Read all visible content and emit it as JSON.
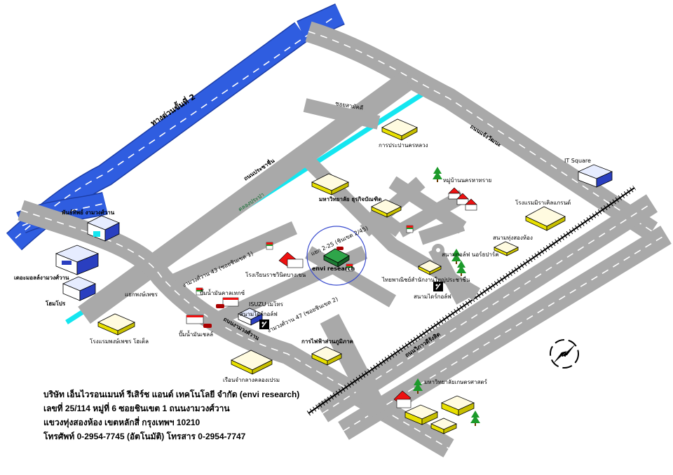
{
  "roads": {
    "expressway": "ทางด่วนขั้นที่ 2",
    "chaeng_watthana": "ถนนแจ้งวัฒนะ",
    "prachachuen": "ถนนประชาชื่น",
    "ngamwongwan": "ถนนงามวงศ์วาน",
    "vibhavadi": "ถนนวิภาวดีรังสิต",
    "soi_samakkhi": "ซอยสามัคคี",
    "ngamwongwan_43": "งามวงศ์วาน 43 (ซอยชินเขต 1)",
    "ngamwongwan_47": "งามวงศ์วาน 47 (ซอยชินเขต 2)",
    "soi_2_25": "แยก 2-25 (ชินเขต 2/45)",
    "prapa_canal": "คลองประปา"
  },
  "places": {
    "prapa_office": "การประปานครหลวง",
    "it_square": "IT Square",
    "village": "หมู่บ้านนครหาทราย",
    "dhurakij": "มหาวิทยาลัย\nธุรกิจบัณฑิต",
    "miracle": "โรงแรมมิราเคิลแกรนด์",
    "thung_song_hong": "สนามทุ่งสองห้อง",
    "golf": "สนามกอล์ฟ\nนอร์ธปาร์ค",
    "phanthip": "พันธ์ทิพย์ งามวงศ์วาน",
    "the_mall": "เดอะมอลล์งามวงศ์วาน",
    "home_pro": "โฮมโปร",
    "kae_nak": "แยกพงษ์เพชร",
    "pongphet_hotel": "โรงแรมพงษ์เพชร โฮเต็ล",
    "rajanivet": "โรงเรียนราชวินิตบางเขน",
    "envi": "envi research",
    "chonprathan": "ไทยพาณิชย์สำนักงานใหญ่ประชาชื่น",
    "driving": "สนามไดร์กอล์ฟ",
    "ptt": "ปั๊มน้ำมันคาลเทกซ์",
    "isuzu": "ISUZU เมโทร",
    "driving2": "สนามไดร์กอล์ฟ",
    "shell": "ปั๊มน้ำมันเชลล์",
    "power": "การไฟฟ้าส่วนภูมิภาค",
    "school": "เรือนจำกลางคลองเปรม",
    "kasetsart": "มหาวิทยาลัยเกษตรศาสตร์"
  },
  "address": {
    "line1": "บริษัท เอ็นไวรอนเมนท์ รีเสิร์ช แอนด์ เทคโนโลยี จำกัด (envi research)",
    "line2": "เลขที่ 25/114 หมู่ที่ 6 ซอยชินเขต 1 ถนนงามวงศ์วาน",
    "line3": "แขวงทุ่งสองห้อง เขตหลักสี่ กรุงเทพฯ 10210",
    "line4": "โทรศัพท์ 0-2954-7745 (อัตโนมัติ) โทรสาร 0-2954-7747"
  },
  "compass": {
    "north": "N"
  },
  "colors": {
    "road": "#a9a9a9",
    "expressway": "#2f5de0",
    "canal": "#14e6f0",
    "building": "#e8e000",
    "highlight": "#3a4ccf"
  }
}
